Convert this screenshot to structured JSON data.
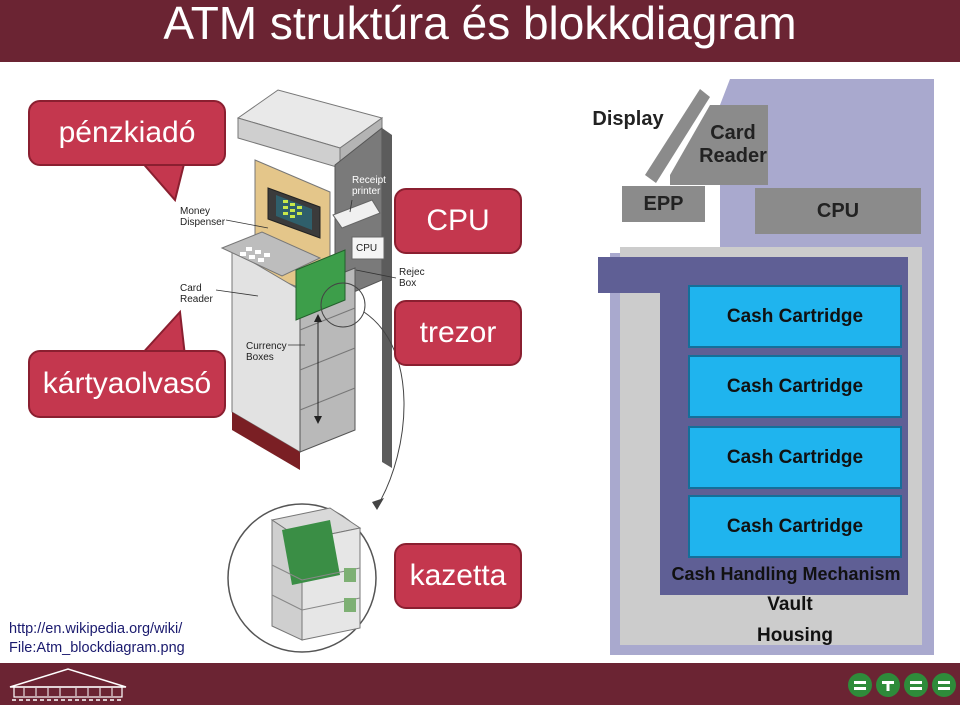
{
  "title": "ATM struktúra és blokkdiagram",
  "callouts": {
    "dispenser": "pénzkiadó",
    "cpu": "CPU",
    "card_reader": "kártyaolvasó",
    "vault": "trezor",
    "cassette": "kazetta"
  },
  "illustration_labels": {
    "money_dispenser_1": "Money",
    "money_dispenser_2": "Dispenser",
    "card_reader_1": "Card",
    "card_reader_2": "Reader",
    "currency_boxes_1": "Currency",
    "currency_boxes_2": "Boxes",
    "receipt_printer_1": "Receipt",
    "receipt_printer_2": "printer",
    "cpu": "CPU",
    "reject_box_1": "Rejec",
    "reject_box_2": "Box"
  },
  "block_diagram": {
    "display": "Display",
    "card_reader_1": "Card",
    "card_reader_2": "Reader",
    "epp": "EPP",
    "cpu": "CPU",
    "cartridges": [
      "Cash Cartridge",
      "Cash Cartridge",
      "Cash Cartridge",
      "Cash Cartridge"
    ],
    "mechanism": "Cash Handling Mechanism",
    "vault": "Vault",
    "housing": "Housing"
  },
  "url_line1": "http://en.wikipedia.org/wiki/",
  "url_line2": "File:Atm_blockdiagram.png",
  "colors": {
    "title_bar": "#6b2433",
    "callout": "#c4374e",
    "cartridge": "#1fb4ee",
    "mechanism": "#5f5f95",
    "housing": "#a9a9ce"
  }
}
